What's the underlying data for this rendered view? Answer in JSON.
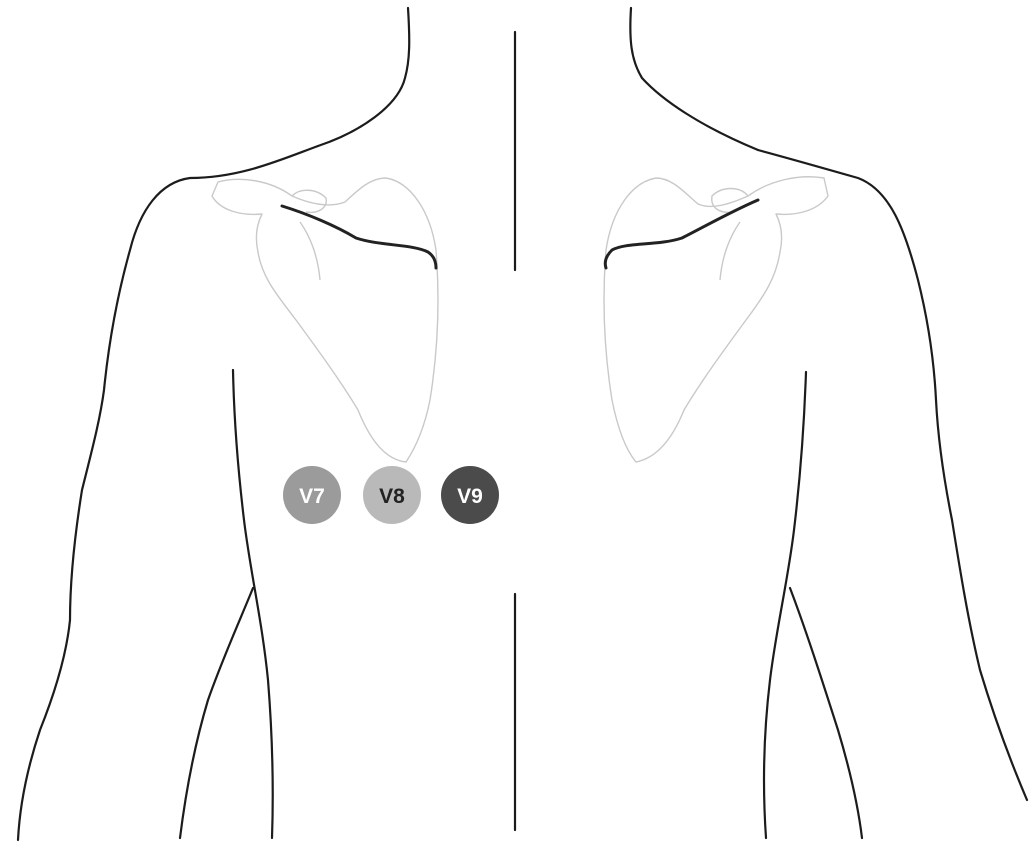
{
  "electrodes": [
    {
      "label": "V7",
      "color": "#9b9b9b"
    },
    {
      "label": "V8",
      "color": "#b9b9b9",
      "text_color": "#222222"
    },
    {
      "label": "V9",
      "color": "#4b4b4b"
    }
  ]
}
